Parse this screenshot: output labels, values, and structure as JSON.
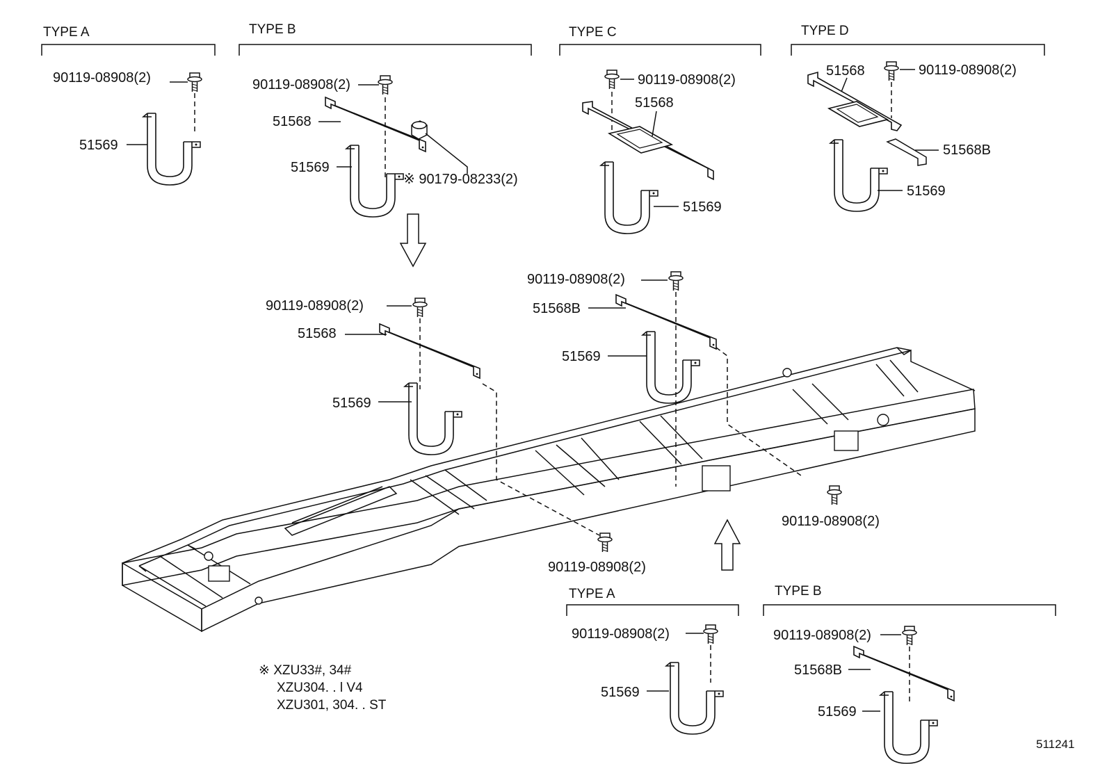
{
  "top_groups": {
    "type_a": {
      "title": "TYPE A",
      "bolt": "90119-08908(2)",
      "strap": "51569"
    },
    "type_b": {
      "title": "TYPE B",
      "bolt": "90119-08908(2)",
      "bracket": "51568",
      "strap": "51569",
      "nut": "※ 90179-08233(2)"
    },
    "type_c": {
      "title": "TYPE C",
      "bolt": "90119-08908(2)",
      "bracket": "51568",
      "strap": "51569"
    },
    "type_d": {
      "title": "TYPE D",
      "bracket": "51568",
      "bolt": "90119-08908(2)",
      "bracket_b": "51568B",
      "strap": "51569"
    }
  },
  "center_left": {
    "bolt": "90119-08908(2)",
    "bracket": "51568",
    "strap": "51569"
  },
  "center_right": {
    "bolt": "90119-08908(2)",
    "bracket": "51568B",
    "strap": "51569"
  },
  "frame_bolts": {
    "left": "90119-08908(2)",
    "right": "90119-08908(2)"
  },
  "bottom_groups": {
    "type_a": {
      "title": "TYPE A",
      "bolt": "90119-08908(2)",
      "strap": "51569"
    },
    "type_b": {
      "title": "TYPE B",
      "bolt": "90119-08908(2)",
      "bracket": "51568B",
      "strap": "51569"
    }
  },
  "footnote": {
    "line1": "※  XZU33#, 34#",
    "line2": "XZU304. . l V4",
    "line3": "XZU301, 304. . ST"
  },
  "figure_number": "511241"
}
